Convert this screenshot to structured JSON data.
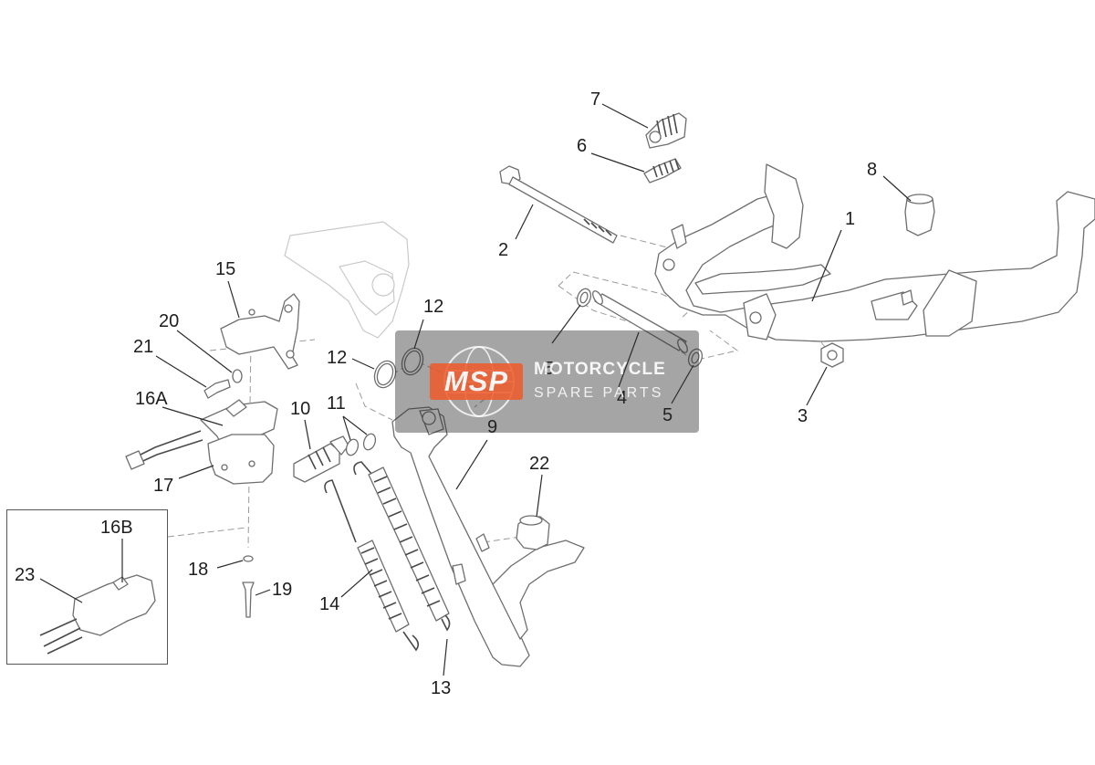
{
  "callouts": {
    "c1": "1",
    "c2": "2",
    "c3": "3",
    "c4": "4",
    "c5a": "5",
    "c5b": "5",
    "c6": "6",
    "c7": "7",
    "c8": "8",
    "c9": "9",
    "c10": "10",
    "c11": "11",
    "c12a": "12",
    "c12b": "12",
    "c13": "13",
    "c14": "14",
    "c15": "15",
    "c16a": "16A",
    "c16b": "16B",
    "c17": "17",
    "c18": "18",
    "c19": "19",
    "c20": "20",
    "c21": "21",
    "c22": "22",
    "c23": "23"
  },
  "watermark": {
    "logo": "MSP",
    "line1": "MOTORCYCLE",
    "line2": "SPARE PARTS",
    "colors": {
      "accent": "#ef5a2a",
      "overlay": "#282828"
    }
  }
}
